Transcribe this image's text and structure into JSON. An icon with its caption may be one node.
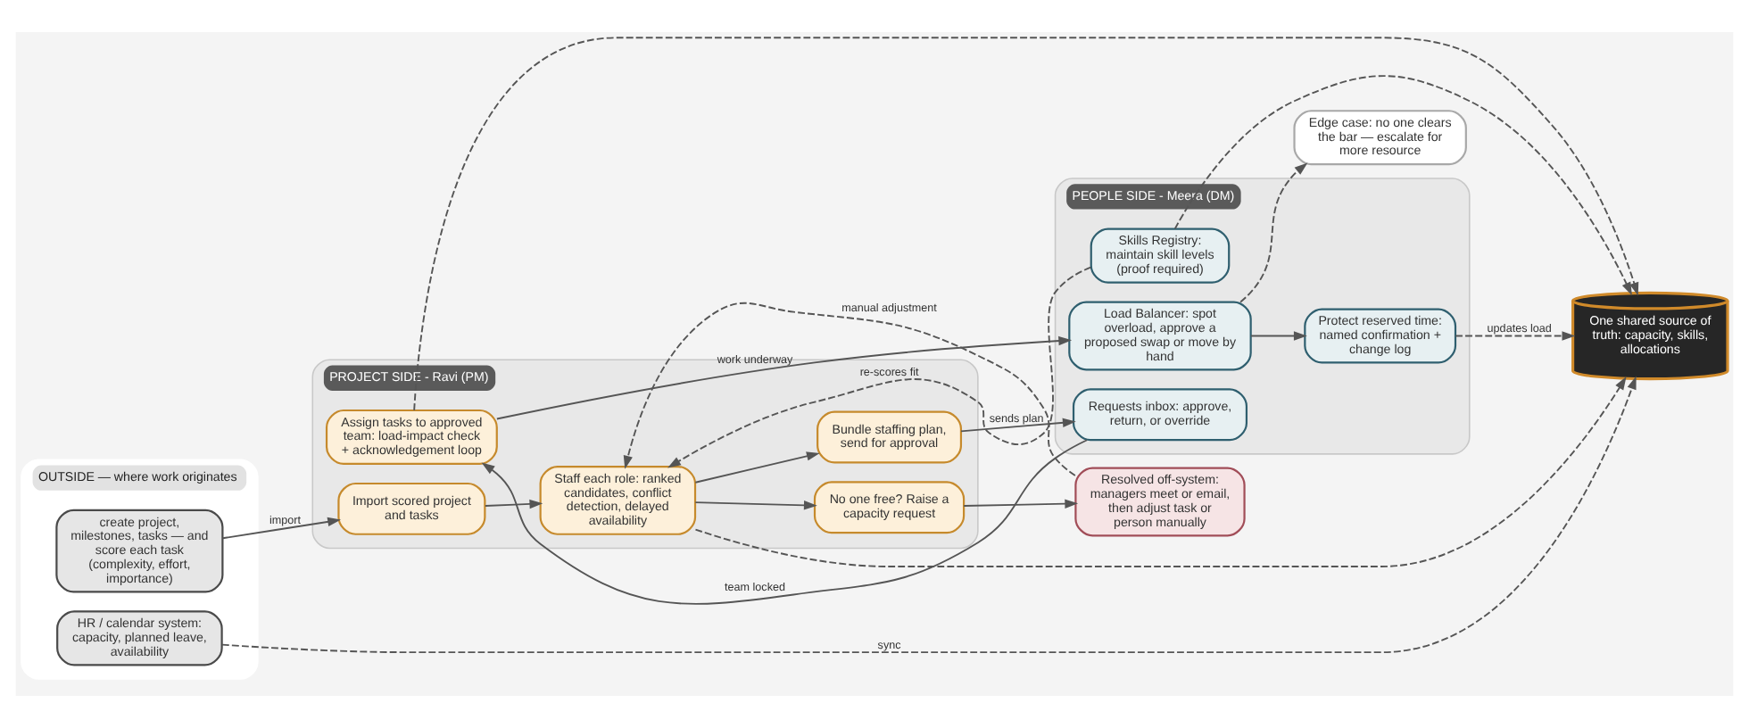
{
  "diagram": {
    "nodes": [
      {
        "text": [
          "OUTSIDE — where work originates"
        ]
      },
      {
        "text": [
          "create project, milestones, tasks — and score each task (complexity, effort, importance)"
        ],
        "in": 0
      },
      {
        "text": [
          "HR / calendar system: capacity, planned leave, availability"
        ],
        "in": 0
      },
      {
        "text": [
          "PROJECT SIDE - Ravi (PM)"
        ]
      },
      {
        "text": [
          "Import scored project and tasks"
        ],
        "in": 3
      },
      {
        "text": [
          "Staff each role: ranked candidates, conflict detection, delayed availability"
        ],
        "in": 3
      },
      {
        "text": [
          "No one free? Raise a capacity request"
        ],
        "in": 3
      },
      {
        "text": [
          "Assign tasks to approved team: load-impact check + acknowledgement loop"
        ],
        "in": 3
      },
      {
        "text": [
          "Bundle staffing plan, send for approval"
        ],
        "in": 3
      },
      {
        "text": [
          "Resolved off-system: managers meet or email, then adjust task or person manually"
        ]
      },
      {
        "text": [
          "PEOPLE SIDE - Meera (DM)"
        ]
      },
      {
        "text": [
          "Requests inbox: approve, return, or override"
        ],
        "in": 10
      },
      {
        "text": [
          "Skills Registry: maintain skill levels (proof required)"
        ],
        "in": 10
      },
      {
        "text": [
          "Load Balancer: spot overload, approve a proposed swap or move by hand"
        ],
        "in": 10
      },
      {
        "text": [
          "Protect reserved time: named confirmation + change log"
        ],
        "in": 10
      },
      {
        "text": [
          "Edge case: no one clears the bar — escalate for more resource"
        ]
      },
      {
        "text": [
          "One shared source of truth: capacity, skills, allocations"
        ]
      }
    ],
    "edges": [
      {
        "from": 1,
        "to": 4,
        "arrow": "to",
        "label": "import"
      },
      {
        "from": 4,
        "to": 5,
        "arrow": "to"
      },
      {
        "from": 5,
        "to": 6,
        "arrow": "to"
      },
      {
        "from": 5,
        "to": 8,
        "arrow": "to"
      },
      {
        "from": 6,
        "to": 9,
        "arrow": "to"
      },
      {
        "from": 9,
        "to": 5,
        "arrow": "to",
        "label": "manual adjustment",
        "style": "dashed"
      },
      {
        "from": 5,
        "to": 16,
        "arrow": "to",
        "style": "dashed"
      },
      {
        "from": 7,
        "to": 16,
        "arrow": "to",
        "style": "dashed"
      },
      {
        "from": 8,
        "to": 11,
        "arrow": "to",
        "label": "sends plan"
      },
      {
        "from": 11,
        "to": 7,
        "arrow": "to",
        "label": "team locked"
      },
      {
        "from": 12,
        "to": 5,
        "arrow": "to",
        "label": "re-scores fit",
        "style": "dashed"
      },
      {
        "from": 12,
        "to": 16,
        "arrow": "to",
        "style": "dashed"
      },
      {
        "from": 7,
        "to": 13,
        "arrow": "to",
        "label": "work underway"
      },
      {
        "from": 13,
        "to": 14,
        "arrow": "to"
      },
      {
        "from": 13,
        "to": 15,
        "arrow": "to",
        "style": "dashed"
      },
      {
        "from": 14,
        "to": 16,
        "arrow": "to",
        "label": "updates load",
        "style": "dashed"
      },
      {
        "from": 2,
        "to": 16,
        "arrow": "to",
        "label": "sync",
        "style": "dashed"
      }
    ]
  }
}
